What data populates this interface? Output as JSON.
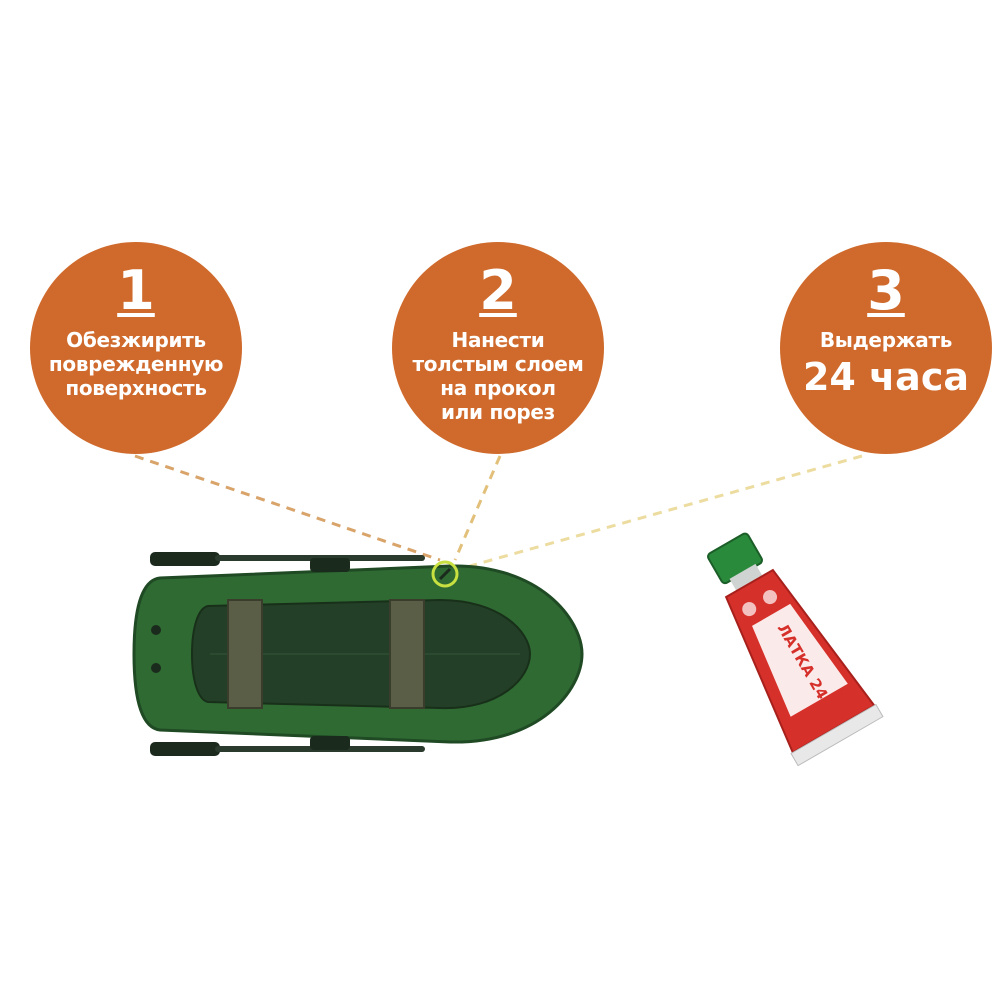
{
  "colors": {
    "circle": "#cf6a2c",
    "leader": "#d9a46a",
    "leader_light": "#eddca0",
    "boat_dark": "#1f4a24",
    "boat_mid": "#2f6a33",
    "tube_red": "#d6302a",
    "cap_green": "#2a8a3c"
  },
  "steps": [
    {
      "number": "1",
      "lines": [
        "Обезжирить",
        "поврежденную",
        "поверхность"
      ]
    },
    {
      "number": "2",
      "lines": [
        "Нанести",
        "толстым слоем",
        "на прокол",
        "или порез"
      ]
    },
    {
      "number": "3",
      "lines": [
        "Выдержать"
      ],
      "big": "24 часа"
    }
  ],
  "product": {
    "label": "ЛАТКА 24"
  },
  "icons": {
    "boat": "inflatable-boat-image",
    "tube": "glue-tube-image",
    "marker": "puncture-marker-icon"
  }
}
